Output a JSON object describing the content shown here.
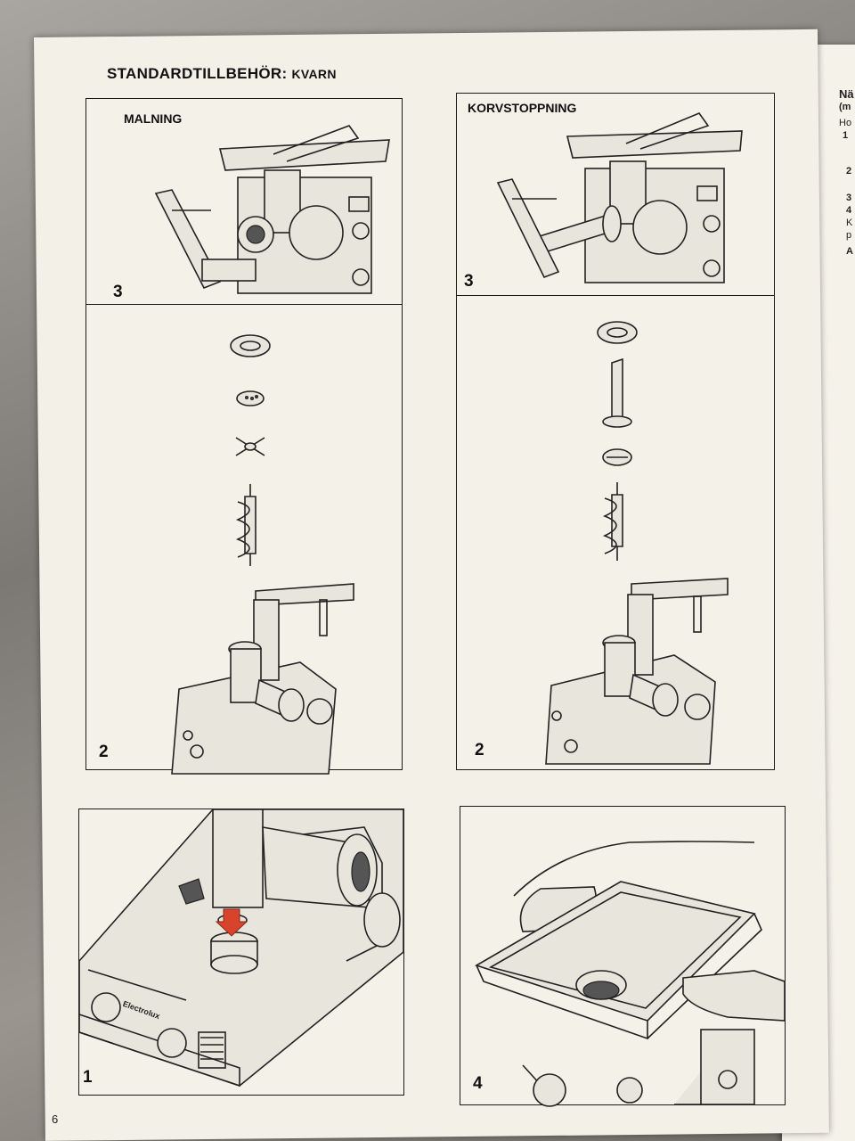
{
  "heading": {
    "main": "STANDARDTILLBEHÖR:",
    "sub": "KVARN"
  },
  "left_column": {
    "title": "MALNING",
    "step_top": "3",
    "step_middle": "2",
    "step_bottom": "1",
    "brand": "Electrolux"
  },
  "right_column": {
    "title": "KORVSTOPPNING",
    "step_top": "3",
    "step_middle": "2",
    "step_bottom": "4"
  },
  "page_number": "6",
  "next_page_fragments": [
    "Nä",
    "(m",
    "Ho",
    "1",
    "2",
    "3",
    "4",
    "K",
    "p",
    "A"
  ],
  "colors": {
    "arrow": "#d8432b",
    "line": "#222222",
    "paper": "#f3f0e8"
  }
}
